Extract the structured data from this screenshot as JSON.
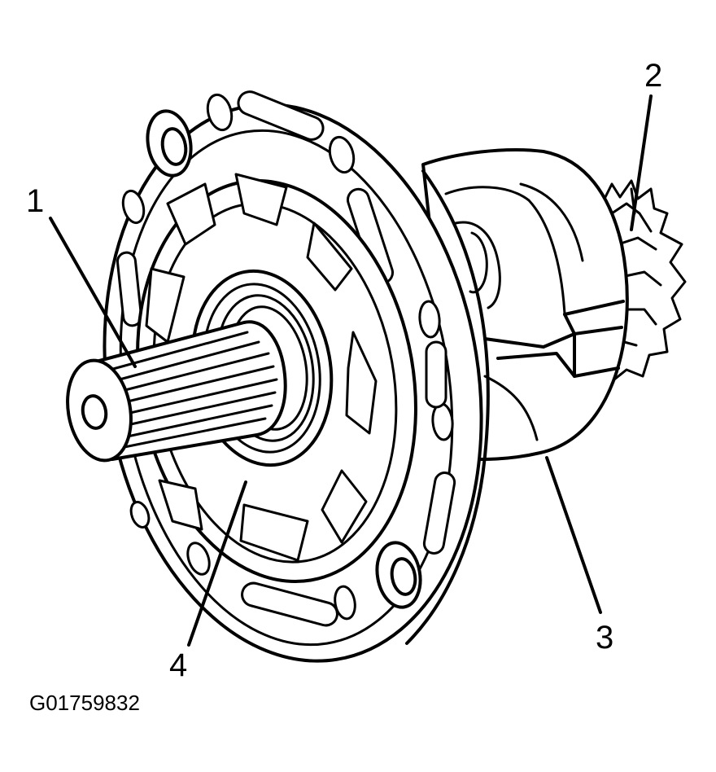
{
  "callouts": [
    {
      "id": "1",
      "label": "1"
    },
    {
      "id": "2",
      "label": "2"
    },
    {
      "id": "3",
      "label": "3"
    },
    {
      "id": "4",
      "label": "4"
    }
  ],
  "figure_id": "G01759832",
  "colors": {
    "line": "#000000",
    "background": "#ffffff"
  }
}
